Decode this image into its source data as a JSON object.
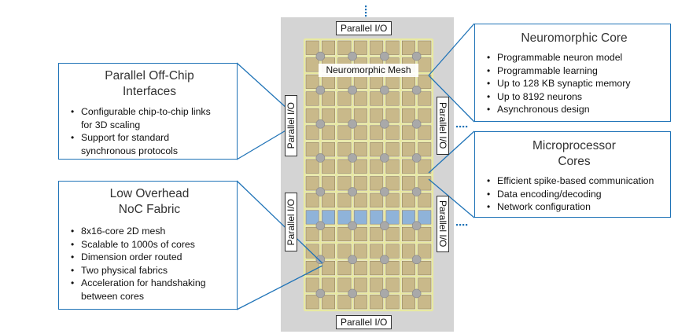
{
  "chip": {
    "io_top": "Parallel I/O",
    "io_bottom": "Parallel I/O",
    "io_left_upper": "Parallel I/O",
    "io_left_lower": "Parallel I/O",
    "io_right_upper": "Parallel I/O",
    "io_right_lower": "Parallel I/O",
    "mesh_label": "Neuromorphic Mesh"
  },
  "callouts": {
    "off_chip": {
      "title_lines": [
        "Parallel Off-Chip",
        "Interfaces"
      ],
      "bullets": [
        "Configurable chip-to-chip links",
        "for 3D scaling",
        "Support for standard",
        "synchronous protocols"
      ]
    },
    "noc": {
      "title_lines": [
        "Low Overhead",
        "NoC Fabric"
      ],
      "bullets": [
        "8x16-core 2D mesh",
        "Scalable to 1000s of cores",
        "Dimension order routed",
        "Two physical fabrics",
        "Acceleration for handshaking",
        "between cores"
      ]
    },
    "neuro": {
      "title_lines": [
        "Neuromorphic Core"
      ],
      "bullets": [
        "Programmable neuron model",
        "Programmable learning",
        "Up to 128 KB synaptic memory",
        "Up to 8192 neurons",
        "Asynchronous design"
      ]
    },
    "micro": {
      "title_lines": [
        "Microprocessor",
        "Cores"
      ],
      "bullets": [
        "Efficient spike-based communication",
        "Data encoding/decoding",
        "Network configuration"
      ]
    }
  },
  "colors": {
    "accent_blue": "#1f73b7",
    "chip_gray": "#d4d4d4",
    "core_tan": "#c9b98a",
    "router_gray": "#a9a9a9",
    "micro_core_blue": "#8fb3d9",
    "link_yellow": "#e8e9a0"
  }
}
